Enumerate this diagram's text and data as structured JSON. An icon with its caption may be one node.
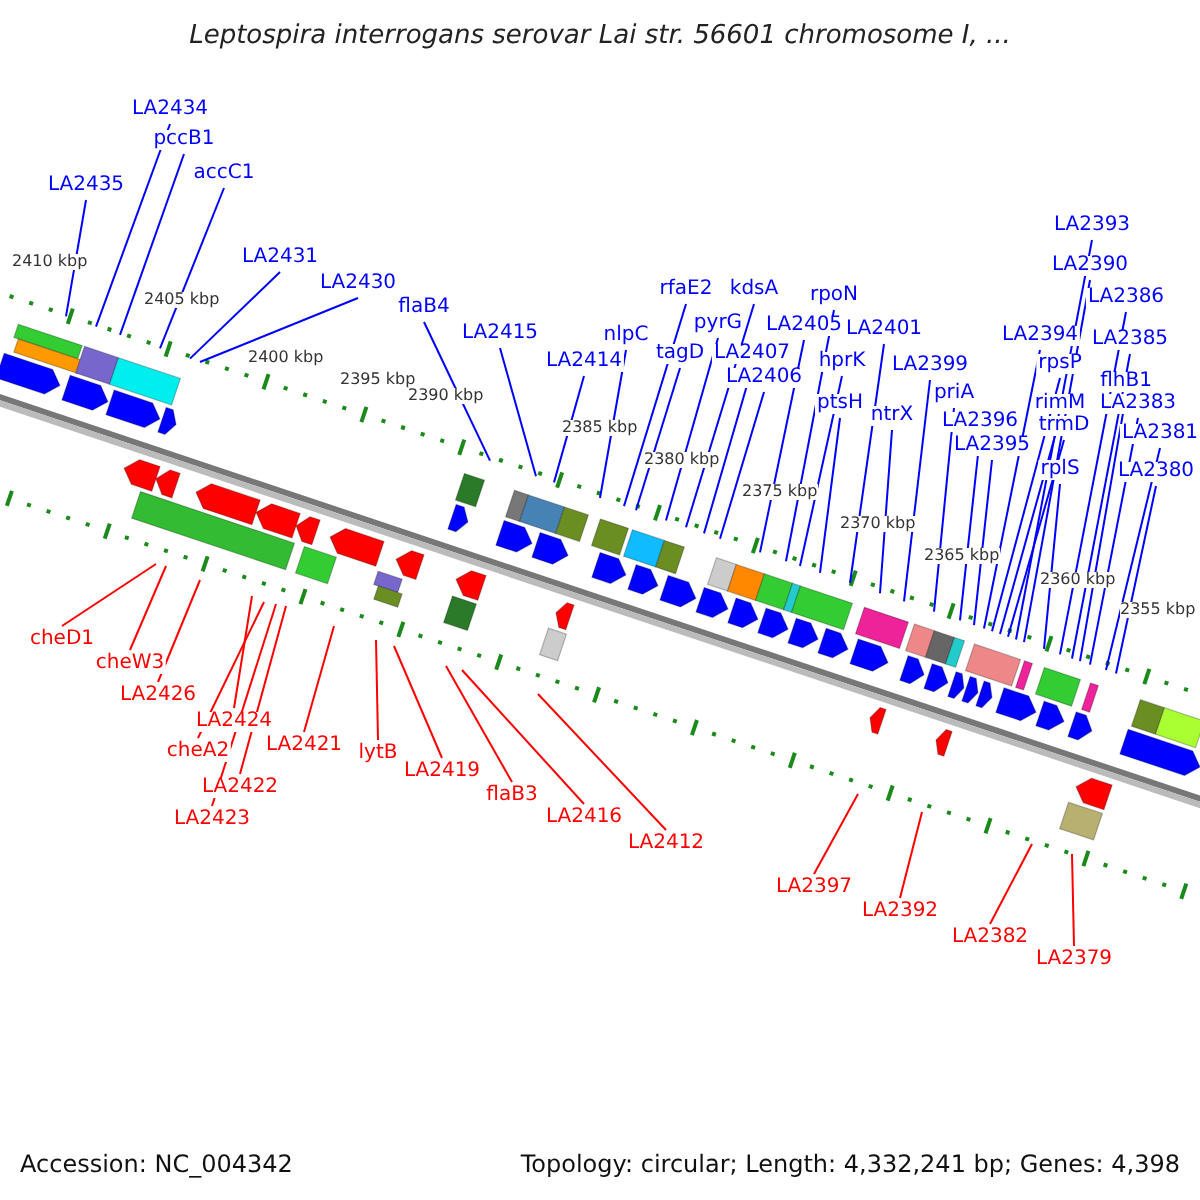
{
  "diagram": {
    "title": "Leptospira interrogans serovar Lai str. 56601 chromosome I, ...",
    "nodes": [
      {
        "text": [
          "LA2435"
        ]
      },
      {
        "text": [
          "LA2434"
        ]
      },
      {
        "text": [
          "pccB1"
        ]
      },
      {
        "text": [
          "accC1"
        ]
      },
      {
        "text": [
          "LA2431"
        ]
      },
      {
        "text": [
          "LA2430"
        ]
      },
      {
        "text": [
          "flaB4"
        ]
      },
      {
        "text": [
          "LA2415"
        ]
      },
      {
        "text": [
          "LA2414"
        ]
      },
      {
        "text": [
          "nlpC"
        ]
      },
      {
        "text": [
          "rfaE2"
        ]
      },
      {
        "text": [
          "tagD"
        ]
      },
      {
        "text": [
          "pyrG"
        ]
      },
      {
        "text": [
          "kdsA"
        ]
      },
      {
        "text": [
          "LA2407"
        ]
      },
      {
        "text": [
          "LA2406"
        ]
      },
      {
        "text": [
          "LA2405"
        ]
      },
      {
        "text": [
          "rpoN"
        ]
      },
      {
        "text": [
          "hprK"
        ]
      },
      {
        "text": [
          "ptsH"
        ]
      },
      {
        "text": [
          "LA2401"
        ]
      },
      {
        "text": [
          "ntrX"
        ]
      },
      {
        "text": [
          "LA2399"
        ]
      },
      {
        "text": [
          "priA"
        ]
      },
      {
        "text": [
          "LA2396"
        ]
      },
      {
        "text": [
          "LA2395"
        ]
      },
      {
        "text": [
          "LA2394"
        ]
      },
      {
        "text": [
          "rpsP"
        ]
      },
      {
        "text": [
          "rimM"
        ]
      },
      {
        "text": [
          "trmD"
        ]
      },
      {
        "text": [
          "rplS"
        ]
      },
      {
        "text": [
          "LA2393"
        ]
      },
      {
        "text": [
          "LA2390"
        ]
      },
      {
        "text": [
          "LA2386"
        ]
      },
      {
        "text": [
          "LA2385"
        ]
      },
      {
        "text": [
          "flhB1"
        ]
      },
      {
        "text": [
          "LA2383"
        ]
      },
      {
        "text": [
          "LA2381"
        ]
      },
      {
        "text": [
          "LA2380"
        ]
      },
      {
        "text": [
          "cheD1"
        ]
      },
      {
        "text": [
          "cheW3"
        ]
      },
      {
        "text": [
          "LA2426"
        ]
      },
      {
        "text": [
          "LA2424"
        ]
      },
      {
        "text": [
          "cheA2"
        ]
      },
      {
        "text": [
          "LA2422"
        ]
      },
      {
        "text": [
          "LA2423"
        ]
      },
      {
        "text": [
          "LA2421"
        ]
      },
      {
        "text": [
          "lytB"
        ]
      },
      {
        "text": [
          "LA2419"
        ]
      },
      {
        "text": [
          "flaB3"
        ]
      },
      {
        "text": [
          "LA2416"
        ]
      },
      {
        "text": [
          "LA2412"
        ]
      },
      {
        "text": [
          "LA2397"
        ]
      },
      {
        "text": [
          "LA2392"
        ]
      },
      {
        "text": [
          "LA2382"
        ]
      },
      {
        "text": [
          "LA2379"
        ]
      }
    ],
    "edges": [
      {
        "from": 0,
        "to": null,
        "arrow": "none"
      },
      {
        "from": 1,
        "to": null,
        "arrow": "none"
      },
      {
        "from": 2,
        "to": null,
        "arrow": "none"
      },
      {
        "from": 3,
        "to": null,
        "arrow": "none"
      },
      {
        "from": 4,
        "to": null,
        "arrow": "none"
      },
      {
        "from": 5,
        "to": null,
        "arrow": "none"
      },
      {
        "from": 6,
        "to": null,
        "arrow": "none"
      },
      {
        "from": 7,
        "to": null,
        "arrow": "none"
      },
      {
        "from": 8,
        "to": null,
        "arrow": "none"
      },
      {
        "from": 9,
        "to": null,
        "arrow": "none"
      },
      {
        "from": 10,
        "to": null,
        "arrow": "none"
      },
      {
        "from": 11,
        "to": null,
        "arrow": "none"
      },
      {
        "from": 12,
        "to": null,
        "arrow": "none"
      },
      {
        "from": 13,
        "to": null,
        "arrow": "none"
      },
      {
        "from": 14,
        "to": null,
        "arrow": "none"
      },
      {
        "from": 15,
        "to": null,
        "arrow": "none"
      },
      {
        "from": 16,
        "to": null,
        "arrow": "none"
      },
      {
        "from": 17,
        "to": null,
        "arrow": "none"
      },
      {
        "from": 18,
        "to": null,
        "arrow": "none"
      },
      {
        "from": 19,
        "to": null,
        "arrow": "none"
      },
      {
        "from": 20,
        "to": null,
        "arrow": "none"
      },
      {
        "from": 21,
        "to": null,
        "arrow": "none"
      },
      {
        "from": 22,
        "to": null,
        "arrow": "none"
      },
      {
        "from": 23,
        "to": null,
        "arrow": "none"
      },
      {
        "from": 24,
        "to": null,
        "arrow": "none"
      },
      {
        "from": 25,
        "to": null,
        "arrow": "none"
      },
      {
        "from": 26,
        "to": null,
        "arrow": "none"
      },
      {
        "from": 27,
        "to": null,
        "arrow": "none"
      },
      {
        "from": 28,
        "to": null,
        "arrow": "none"
      },
      {
        "from": 29,
        "to": null,
        "arrow": "none"
      },
      {
        "from": 30,
        "to": null,
        "arrow": "none"
      },
      {
        "from": 31,
        "to": null,
        "arrow": "none"
      },
      {
        "from": 32,
        "to": null,
        "arrow": "none"
      },
      {
        "from": 33,
        "to": null,
        "arrow": "none"
      },
      {
        "from": 34,
        "to": null,
        "arrow": "none"
      },
      {
        "from": 35,
        "to": null,
        "arrow": "none"
      },
      {
        "from": 36,
        "to": null,
        "arrow": "none"
      },
      {
        "from": 37,
        "to": null,
        "arrow": "none"
      },
      {
        "from": 38,
        "to": null,
        "arrow": "none"
      },
      {
        "from": 39,
        "to": null,
        "arrow": "none",
        "color": "#ff0000"
      },
      {
        "from": 40,
        "to": null,
        "arrow": "none",
        "color": "#ff0000"
      },
      {
        "from": 41,
        "to": null,
        "arrow": "none",
        "color": "#ff0000"
      },
      {
        "from": 42,
        "to": null,
        "arrow": "none",
        "color": "#ff0000"
      },
      {
        "from": 43,
        "to": null,
        "arrow": "none",
        "color": "#ff0000"
      },
      {
        "from": 44,
        "to": null,
        "arrow": "none",
        "color": "#ff0000"
      },
      {
        "from": 45,
        "to": null,
        "arrow": "none",
        "color": "#ff0000"
      },
      {
        "from": 46,
        "to": null,
        "arrow": "none",
        "color": "#ff0000"
      },
      {
        "from": 47,
        "to": null,
        "arrow": "none",
        "color": "#ff0000"
      },
      {
        "from": 48,
        "to": null,
        "arrow": "none",
        "color": "#ff0000"
      },
      {
        "from": 49,
        "to": null,
        "arrow": "none",
        "color": "#ff0000"
      },
      {
        "from": 50,
        "to": null,
        "arrow": "none",
        "color": "#ff0000"
      },
      {
        "from": 51,
        "to": null,
        "arrow": "none",
        "color": "#ff0000"
      },
      {
        "from": 52,
        "to": null,
        "arrow": "none",
        "color": "#ff0000"
      },
      {
        "from": 53,
        "to": null,
        "arrow": "none",
        "color": "#ff0000"
      },
      {
        "from": 54,
        "to": null,
        "arrow": "none",
        "color": "#ff0000"
      },
      {
        "from": 55,
        "to": null,
        "arrow": "none",
        "color": "#ff0000"
      }
    ],
    "labels": [
      "2410 kbp",
      "2405 kbp",
      "2400 kbp",
      "2395 kbp",
      "2390 kbp",
      "2385 kbp",
      "2380 kbp",
      "2375 kbp",
      "2370 kbp",
      "2365 kbp",
      "2360 kbp",
      "2355 kbp",
      "Accession: NC_004342",
      "Topology: circular; Length: 4,332,241 bp; Genes: 4,398"
    ]
  }
}
